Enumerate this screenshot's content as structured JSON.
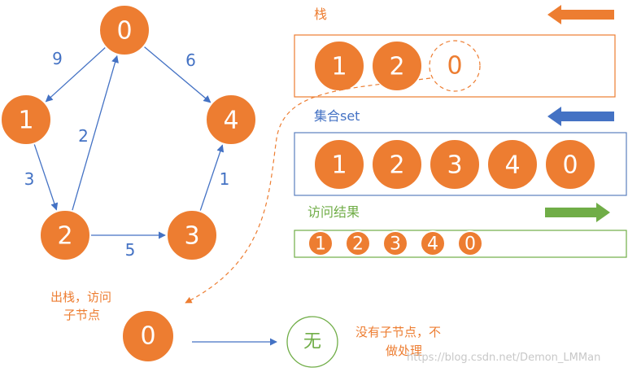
{
  "graph": {
    "nodes": [
      {
        "id": "0",
        "label": "0"
      },
      {
        "id": "1",
        "label": "1"
      },
      {
        "id": "2",
        "label": "2"
      },
      {
        "id": "3",
        "label": "3"
      },
      {
        "id": "4",
        "label": "4"
      }
    ],
    "edges": [
      {
        "from": "0",
        "to": "1",
        "weight": "9"
      },
      {
        "from": "0",
        "to": "4",
        "weight": "6"
      },
      {
        "from": "1",
        "to": "2",
        "weight": "3"
      },
      {
        "from": "2",
        "to": "0",
        "weight": "2"
      },
      {
        "from": "2",
        "to": "3",
        "weight": "5"
      },
      {
        "from": "3",
        "to": "4",
        "weight": "1"
      }
    ]
  },
  "stack": {
    "title": "栈",
    "items": [
      "1",
      "2"
    ],
    "popped_item": "0",
    "arrow_color": "#ED7D31"
  },
  "set": {
    "title": "集合set",
    "items": [
      "1",
      "2",
      "3",
      "4",
      "0"
    ],
    "arrow_color": "#4472C4"
  },
  "visit": {
    "title": "访问结果",
    "items": [
      "1",
      "2",
      "3",
      "4",
      "0"
    ],
    "arrow_color": "#70AD47"
  },
  "pop_step": {
    "note_line1": "出栈，访问",
    "note_line2": "子节点",
    "node": "0",
    "result": "无",
    "result_note_line1": "没有子节点，不",
    "result_note_line2": "做处理"
  },
  "watermark": "https://blog.csdn.net/Demon_LMMan",
  "colors": {
    "node_fill": "#ED7D31",
    "edge": "#4472C4",
    "set_box": "#5B7FBF",
    "visit_box": "#70AD47"
  }
}
